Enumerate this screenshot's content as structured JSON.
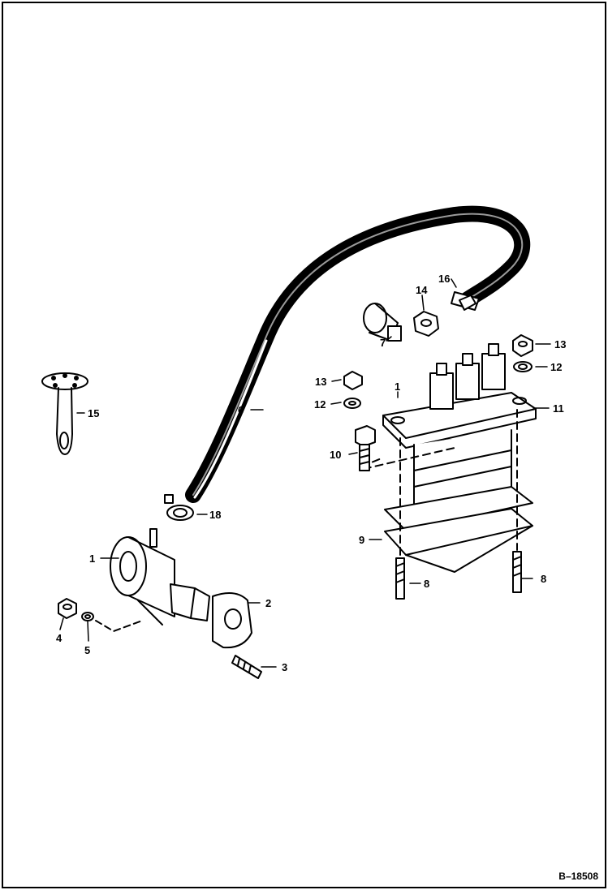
{
  "figure_id": "B–18508",
  "callouts": {
    "c1": "1",
    "c2": "2",
    "c3": "3",
    "c4": "4",
    "c5": "5",
    "c6": "6",
    "c7": "7",
    "c8a": "8",
    "c8b": "8",
    "c9": "9",
    "c10": "10",
    "c11": "11",
    "c12a": "12",
    "c12b": "12",
    "c13a": "13",
    "c13b": "13",
    "c14": "14",
    "c15": "15",
    "c16": "16",
    "c1b": "1",
    "c18": "18"
  }
}
